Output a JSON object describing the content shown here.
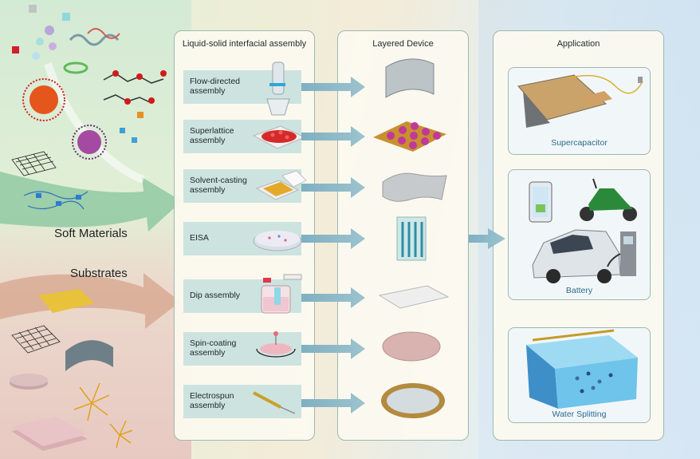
{
  "left_labels": {
    "soft_materials": "Soft Materials",
    "substrates": "Substrates"
  },
  "panels": {
    "assembly_title": "Liquid-solid interfacial assembly",
    "device_title": "Layered Device",
    "application_title": "Application"
  },
  "methods": [
    {
      "line1": "Flow-directed",
      "line2": "assembly"
    },
    {
      "line1": "Superlattice",
      "line2": "assembly"
    },
    {
      "line1": "Solvent-casting",
      "line2": "assembly"
    },
    {
      "line1": "EISA",
      "line2": ""
    },
    {
      "line1": "Dip assembly",
      "line2": ""
    },
    {
      "line1": "Spin-coating",
      "line2": "assembly"
    },
    {
      "line1": "Electrospun",
      "line2": "assembly"
    }
  ],
  "applications": [
    {
      "label": "Supercapacitor"
    },
    {
      "label": "Battery"
    },
    {
      "label": "Water Splitting"
    }
  ],
  "colors": {
    "panel_border": "#9fb7b0",
    "method_fill": "#cde3e0",
    "arrow_fill": "#8fb6c2",
    "app_label": "#2f6a8f",
    "soft_arrow": "#8fc9a2",
    "substrate_arrow": "#d8aa93"
  }
}
